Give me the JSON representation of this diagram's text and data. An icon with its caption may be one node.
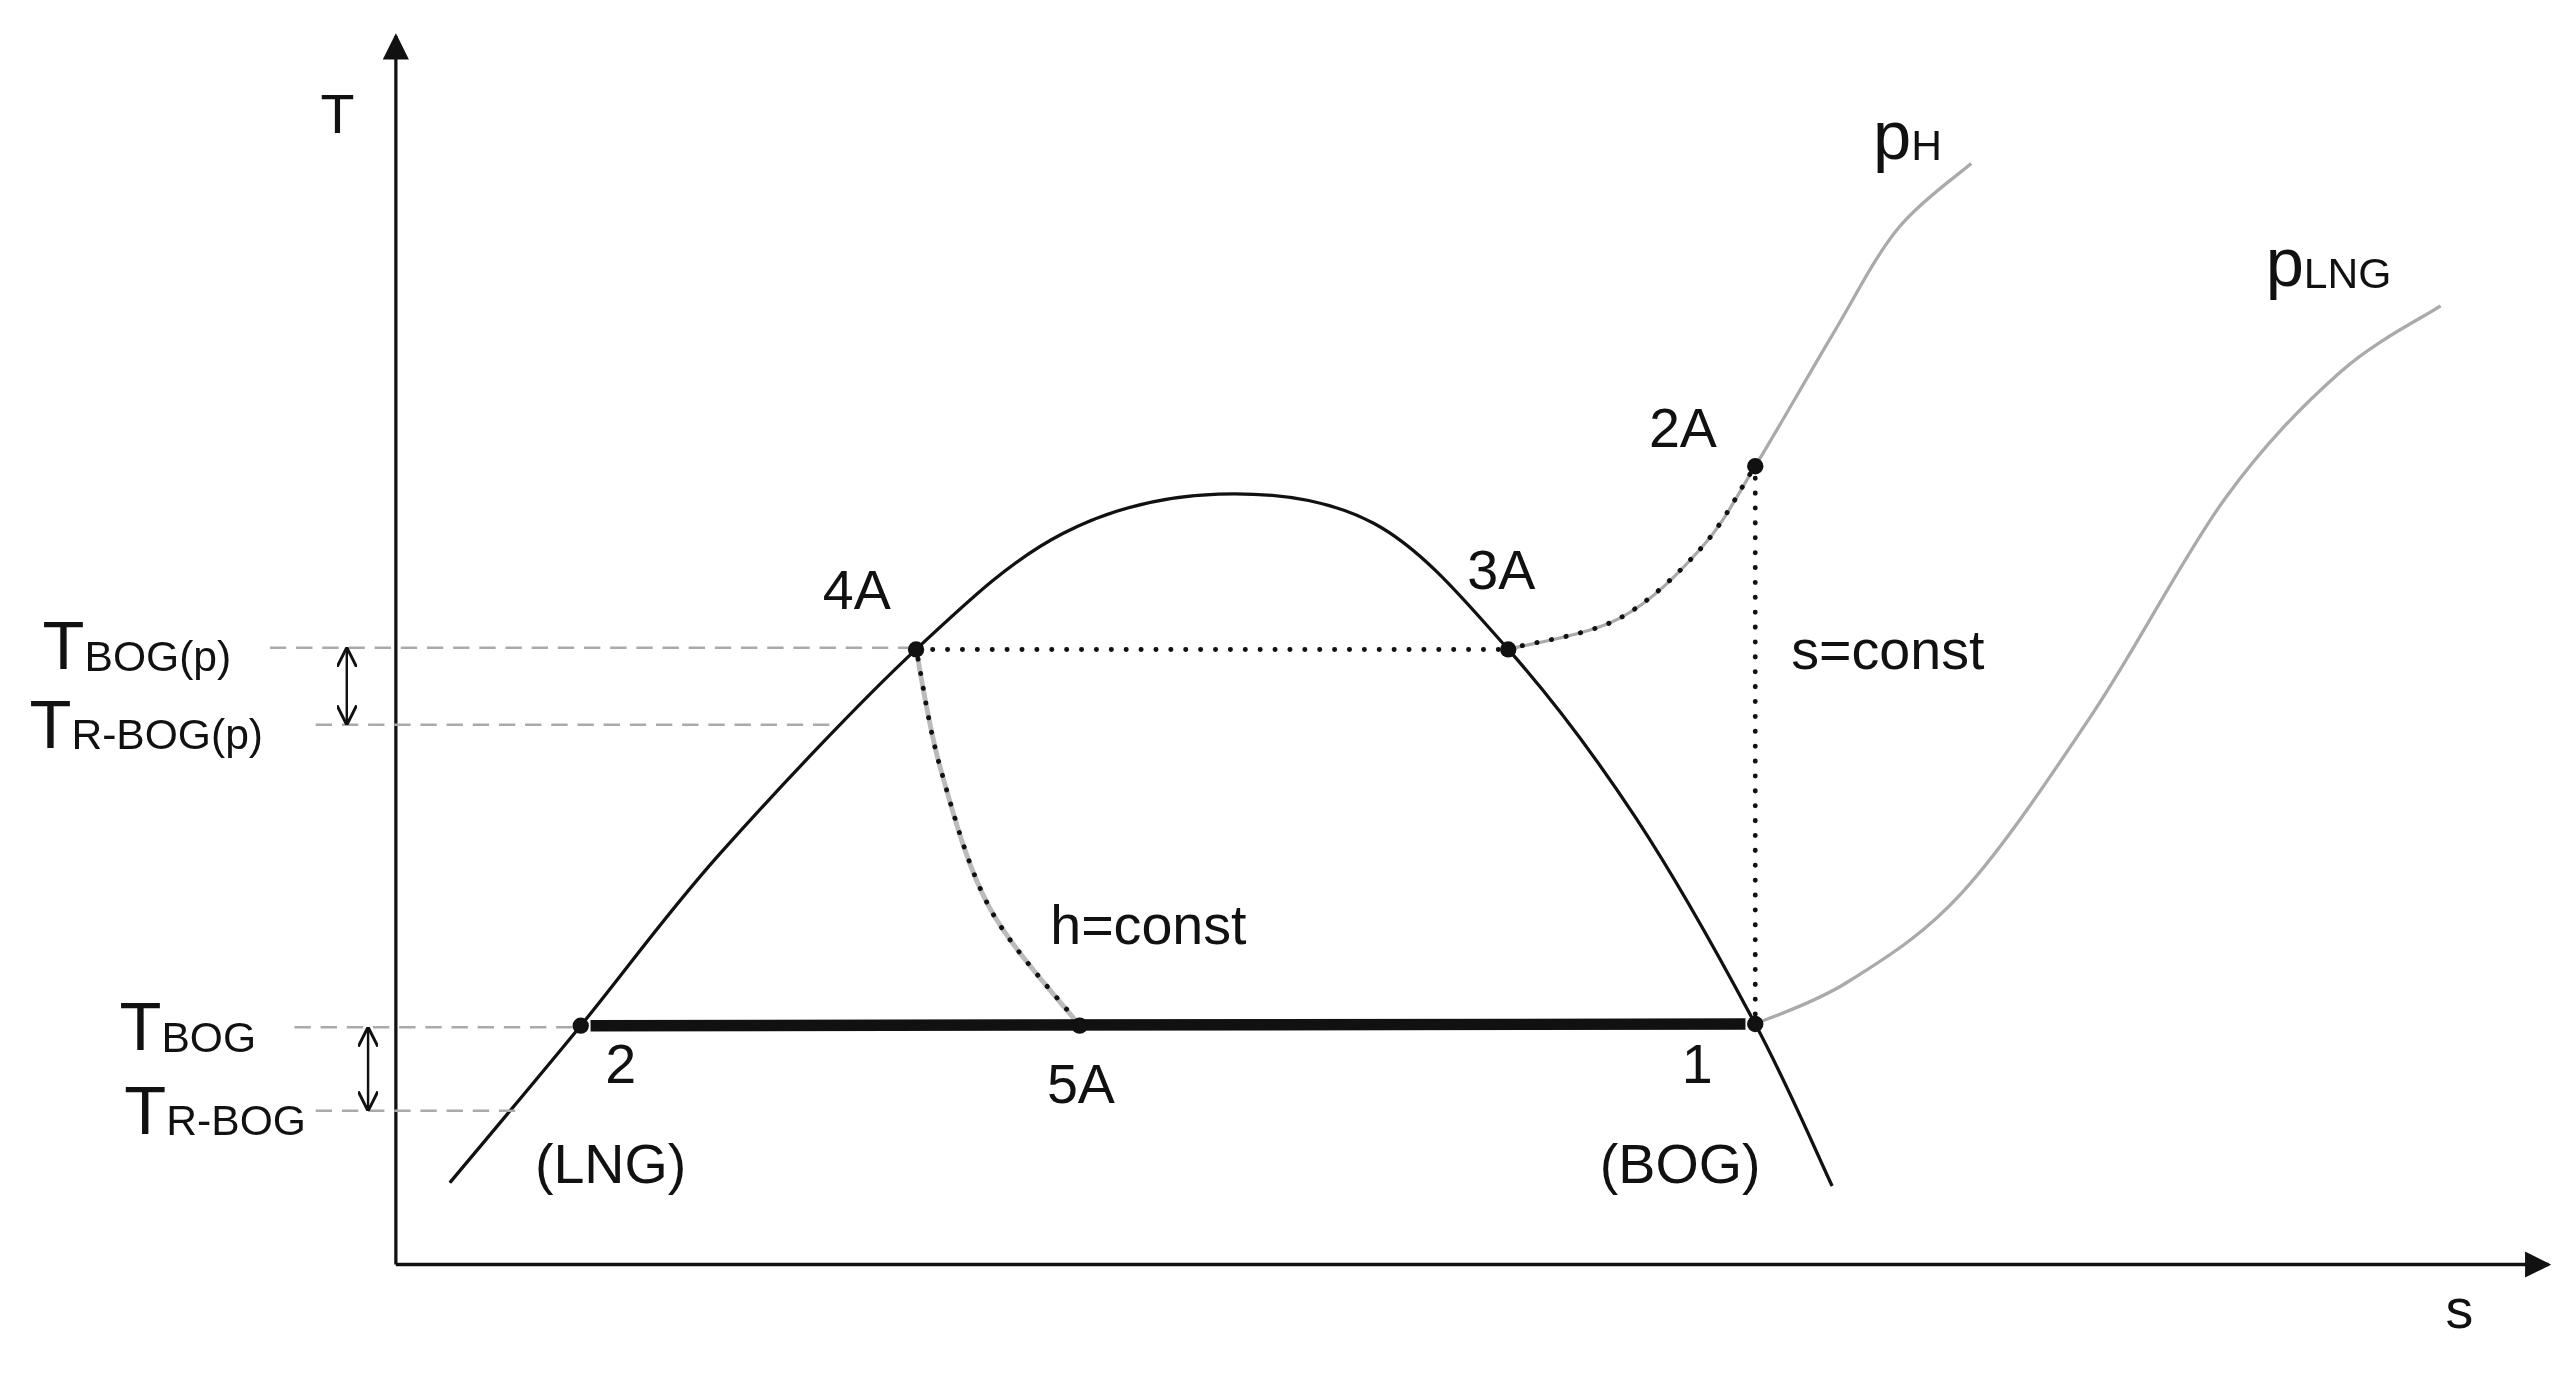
{
  "diagram": {
    "nodes": [
      {
        "text": [],
        "shape": "circle",
        "beside": [
          "2A"
        ]
      },
      {
        "text": [],
        "shape": "circle",
        "beside": [
          "4A"
        ]
      },
      {
        "text": [],
        "shape": "circle",
        "beside": [
          "3A"
        ]
      },
      {
        "text": [],
        "shape": "circle",
        "beside": [
          "2",
          "(LNG)"
        ]
      },
      {
        "text": [],
        "shape": "circle",
        "beside": [
          "5A"
        ]
      },
      {
        "text": [],
        "shape": "circle",
        "beside": [
          "1",
          "(BOG)"
        ]
      }
    ],
    "edges": [
      {
        "from": 5,
        "to": 0,
        "arrow": "none",
        "style": "dashed",
        "label": "s=const"
      },
      {
        "from": 0,
        "to": 2,
        "arrow": "none",
        "style": "dashed"
      },
      {
        "from": 2,
        "to": 1,
        "arrow": "none",
        "style": "dashed"
      },
      {
        "from": 1,
        "to": 4,
        "arrow": "none",
        "style": "dashed",
        "label": "h=const"
      },
      {
        "from": 3,
        "to": 5,
        "arrow": "none",
        "style": "thick"
      }
    ],
    "labels": [
      "T",
      "p$_{H}$",
      "p$_{LNG}$",
      "T$_{BOG(p)}$",
      "T$_{R-BOG(p)}$",
      "T$_{BOG}$",
      "T$_{R-BOG}$",
      "s"
    ]
  }
}
